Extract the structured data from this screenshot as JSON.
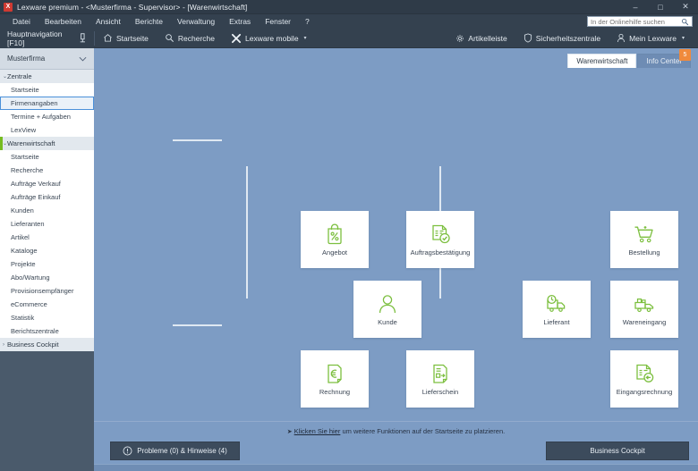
{
  "window": {
    "title": "Lexware premium - <Musterfirma - Supervisor> - [Warenwirtschaft]",
    "logo_letter": "X",
    "minimize": "–",
    "maximize": "□",
    "close": "✕"
  },
  "menubar": {
    "items": [
      {
        "label": "Datei"
      },
      {
        "label": "Bearbeiten"
      },
      {
        "label": "Ansicht"
      },
      {
        "label": "Berichte"
      },
      {
        "label": "Verwaltung"
      },
      {
        "label": "Extras"
      },
      {
        "label": "Fenster"
      },
      {
        "label": "?"
      }
    ],
    "help_search_placeholder": "In der Onlinehilfe suchen"
  },
  "toolbar": {
    "nav_pane_label": "Hauptnavigation [F10]",
    "items": [
      {
        "label": "Startseite",
        "icon": "home-icon"
      },
      {
        "label": "Recherche",
        "icon": "search-icon"
      },
      {
        "label": "Lexware mobile",
        "icon": "lexware-x-icon",
        "has_caret": true
      }
    ],
    "right_items": [
      {
        "label": "Artikelleiste",
        "icon": "gear-icon"
      },
      {
        "label": "Sicherheitszentrale",
        "icon": "shield-icon"
      },
      {
        "label": "Mein Lexware",
        "icon": "user-icon",
        "has_caret": true
      }
    ]
  },
  "sidebar": {
    "company": "Musterfirma",
    "groups": [
      {
        "label": "Zentrale",
        "expanded": true,
        "accent": false,
        "items": [
          {
            "label": "Startseite",
            "selected": false
          },
          {
            "label": "Firmenangaben",
            "selected": true
          },
          {
            "label": "Termine + Aufgaben",
            "selected": false
          },
          {
            "label": "LexView",
            "selected": false
          }
        ]
      },
      {
        "label": "Warenwirtschaft",
        "expanded": true,
        "accent": true,
        "items": [
          {
            "label": "Startseite",
            "selected": false
          },
          {
            "label": "Recherche",
            "selected": false
          },
          {
            "label": "Aufträge Verkauf",
            "selected": false
          },
          {
            "label": "Aufträge Einkauf",
            "selected": false
          },
          {
            "label": "Kunden",
            "selected": false
          },
          {
            "label": "Lieferanten",
            "selected": false
          },
          {
            "label": "Artikel",
            "selected": false
          },
          {
            "label": "Kataloge",
            "selected": false
          },
          {
            "label": "Projekte",
            "selected": false
          },
          {
            "label": "Abo/Wartung",
            "selected": false
          },
          {
            "label": "Provisionsempfänger",
            "selected": false
          },
          {
            "label": "eCommerce",
            "selected": false
          },
          {
            "label": "Statistik",
            "selected": false
          },
          {
            "label": "Berichtszentrale",
            "selected": false
          }
        ]
      },
      {
        "label": "Business Cockpit",
        "expanded": false,
        "accent": false,
        "items": []
      }
    ]
  },
  "tabs": [
    {
      "label": "Warenwirtschaft",
      "active": true
    },
    {
      "label": "Info Center",
      "active": false
    }
  ],
  "tab_badge_count": "5",
  "diagram": {
    "nodes": [
      {
        "id": "angebot",
        "label": "Angebot",
        "icon": "price-tag-percent-icon"
      },
      {
        "id": "auftragsbestaetigung",
        "label": "Auftragsbestätigung",
        "icon": "document-check-icon"
      },
      {
        "id": "bestellung",
        "label": "Bestellung",
        "icon": "shopping-cart-icon"
      },
      {
        "id": "kunde",
        "label": "Kunde",
        "icon": "user-icon"
      },
      {
        "id": "lieferant",
        "label": "Lieferant",
        "icon": "truck-clock-icon"
      },
      {
        "id": "wareneingang",
        "label": "Wareneingang",
        "icon": "delivery-truck-icon"
      },
      {
        "id": "rechnung",
        "label": "Rechnung",
        "icon": "invoice-euro-icon"
      },
      {
        "id": "lieferschein",
        "label": "Lieferschein",
        "icon": "delivery-note-icon"
      },
      {
        "id": "eingangsrechnung",
        "label": "Eingangsrechnung",
        "icon": "incoming-invoice-icon"
      }
    ]
  },
  "footer": {
    "hint_prefix": "Klicken Sie hier",
    "hint_suffix": " um weitere Funktionen auf der Startseite zu platzieren.",
    "problems_label": "Probleme (0) & Hinweise (4)",
    "cockpit_label": "Business Cockpit"
  },
  "colors": {
    "accent_green": "#76bc21",
    "canvas_blue": "#7d9cc4",
    "chrome_navy": "#34414f",
    "badge_orange": "#f08a3c",
    "focus_blue": "#4a90d9"
  }
}
